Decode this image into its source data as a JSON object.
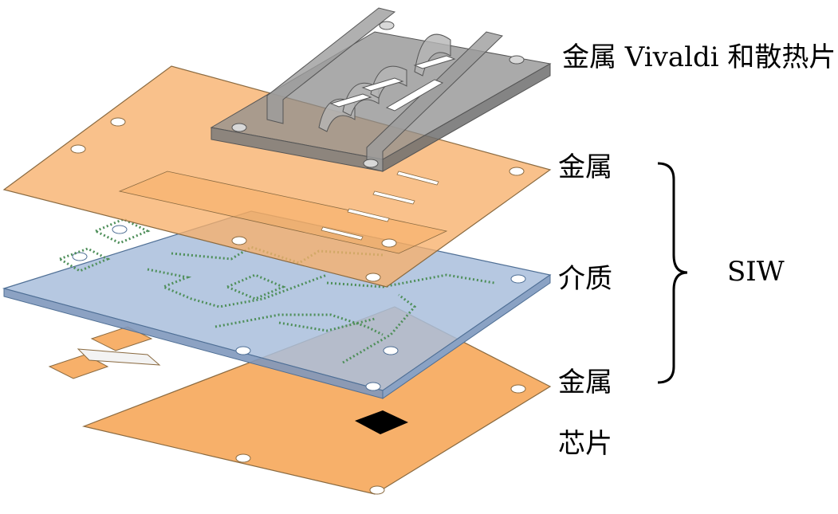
{
  "labels": {
    "top": "金属 Vivaldi 和散热片",
    "metal_upper": "金属",
    "dielectric": "介质",
    "siw": "SIW",
    "metal_lower": "金属",
    "chip": "芯片"
  },
  "colors": {
    "copper": "#f7b06a",
    "copper_edge": "#8a6a40",
    "dielectric": "#9fb5d1",
    "dielectric_edge": "#4f6f95",
    "metal_gray": "#9a9a9a",
    "via_green": "#4f8f5a",
    "chip": "#000000"
  }
}
